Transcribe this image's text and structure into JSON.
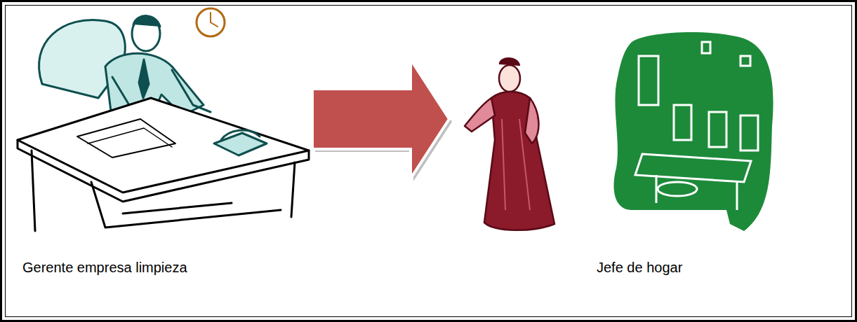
{
  "diagram": {
    "nodes": [
      {
        "text": [
          "Gerente empresa limpieza"
        ]
      },
      {
        "text": [
          "Jefe de hogar"
        ]
      }
    ],
    "edges": [
      {
        "from": 0,
        "to": 1,
        "arrow": "to"
      }
    ]
  }
}
